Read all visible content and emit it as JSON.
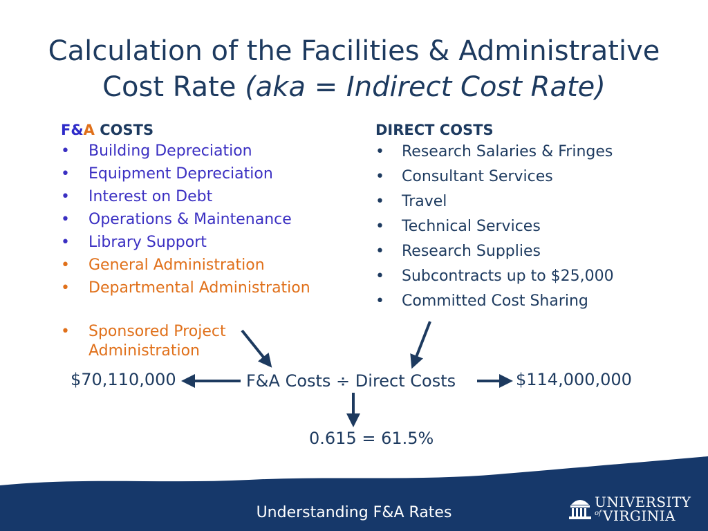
{
  "title": {
    "line1": "Calculation of the Facilities & Administrative",
    "line2_plain": "Cost Rate ",
    "line2_italic": "(aka = Indirect Cost Rate)"
  },
  "fa_costs": {
    "heading_f": "F&",
    "heading_a": "A",
    "heading_rest": " COSTS",
    "items": [
      {
        "label": "Building Depreciation",
        "color": "#3a2fc2"
      },
      {
        "label": "Equipment Depreciation",
        "color": "#3a2fc2"
      },
      {
        "label": "Interest on Debt",
        "color": "#3a2fc2"
      },
      {
        "label": "Operations & Maintenance",
        "color": "#3a2fc2"
      },
      {
        "label": "Library Support",
        "color": "#3a2fc2"
      },
      {
        "label": "General Administration",
        "color": "#e0701a"
      },
      {
        "label": "Departmental Administration",
        "color": "#e0701a"
      }
    ],
    "sponsored": "Sponsored Project Administration"
  },
  "direct_costs": {
    "heading": "DIRECT COSTS",
    "items": [
      "Research Salaries & Fringes",
      "Consultant Services",
      "Travel",
      "Technical Services",
      "Research Supplies",
      "Subcontracts up to $25,000",
      "Committed Cost Sharing"
    ]
  },
  "calculation": {
    "fa_value": "$70,110,000",
    "formula": "F&A Costs ÷ Direct Costs",
    "direct_value": "$114,000,000",
    "result": "0.615 = 61.5%"
  },
  "footer": {
    "text": "Understanding F&A Rates",
    "logo_line1": "UNIVERSITY",
    "logo_of": "of",
    "logo_line2": "VIRGINIA"
  },
  "colors": {
    "navy": "#1d3a5f",
    "blue": "#3a2fc2",
    "orange": "#e0701a",
    "band": "#16386a"
  }
}
